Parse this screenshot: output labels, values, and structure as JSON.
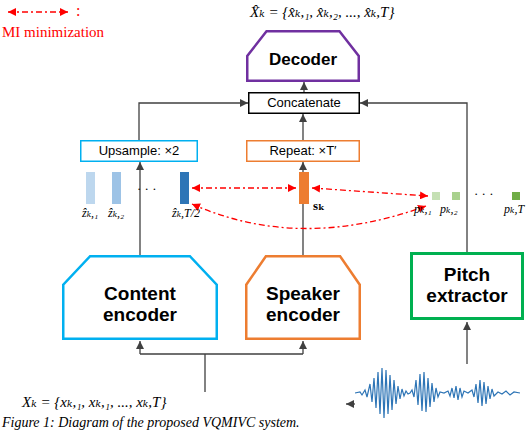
{
  "diagram": {
    "caption": "Figure 1: Diagram of the proposed VQMIVC system.",
    "nodes": [
      {
        "text": [
          "Decoder"
        ]
      },
      {
        "text": [
          "Concatenate"
        ]
      },
      {
        "text": [
          "Upsample: ×2"
        ]
      },
      {
        "text": [
          "Repeat: ×T′"
        ]
      },
      {
        "text": [
          "Content encoder"
        ]
      },
      {
        "text": [
          "Speaker encoder"
        ]
      },
      {
        "text": [
          "Pitch extractor"
        ]
      }
    ],
    "edges": [
      {
        "from": 1,
        "to": 0,
        "arrow": "to"
      },
      {
        "from": 2,
        "to": 1,
        "arrow": "to"
      },
      {
        "from": 3,
        "to": 1,
        "arrow": "to"
      },
      {
        "from": 6,
        "to": 1,
        "arrow": "to"
      },
      {
        "from": 4,
        "to": 2,
        "arrow": "to"
      },
      {
        "from": 5,
        "to": 3,
        "arrow": "to"
      }
    ],
    "labels": [
      "X̂ₖ = {x̂ₖ,₁, x̂ₖ,₂, ..., x̂ₖ,T}",
      ":",
      "ẑₖ,₁",
      "ẑₖ,₂",
      "· · ·",
      "ẑₖ,T/2",
      "sₖ",
      "pₖ,₁",
      "pₖ,₂",
      "· · ·",
      "pₖ,T",
      "Xₖ = {xₖ,₁, xₖ,₁, ..., xₖ,T}"
    ],
    "legend": [
      {
        "text": "MI minimization"
      }
    ]
  }
}
